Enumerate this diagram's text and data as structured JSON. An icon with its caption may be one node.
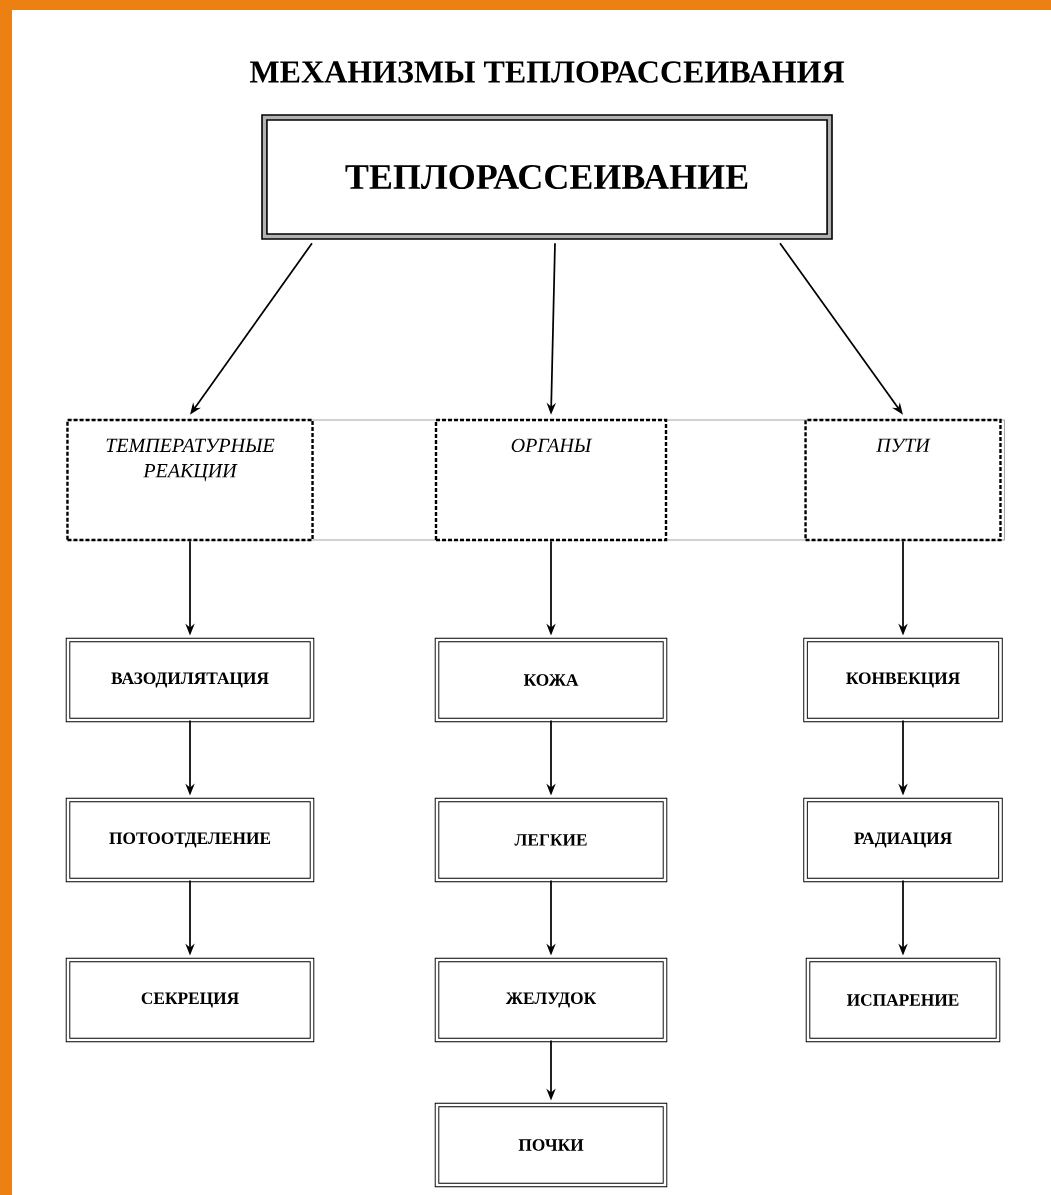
{
  "diagram": {
    "title": "МЕХАНИЗМЫ ТЕПЛОРАССЕИВАНИЯ",
    "nodes": [
      {
        "text": [
          "ТЕПЛОРАССЕИВАНИЕ"
        ]
      },
      {
        "text": [],
        "shape": "box"
      },
      {
        "text": [
          "ТЕМПЕРАТУРНЫЕ РЕАКЦИИ"
        ],
        "in": 1
      },
      {
        "text": [
          "ОРГАНЫ"
        ],
        "in": 1
      },
      {
        "text": [
          "ПУТИ"
        ],
        "in": 1
      },
      {
        "text": [
          "ВАЗОДИЛЯТАЦИЯ"
        ]
      },
      {
        "text": [
          "ПОТООТДЕЛЕНИЕ"
        ]
      },
      {
        "text": [
          "СЕКРЕЦИЯ"
        ]
      },
      {
        "text": [
          "КОЖА"
        ]
      },
      {
        "text": [
          "ЛЕГКИЕ"
        ]
      },
      {
        "text": [
          "ЖЕЛУДОК"
        ]
      },
      {
        "text": [
          "ПОЧКИ"
        ]
      },
      {
        "text": [
          "КОНВЕКЦИЯ"
        ]
      },
      {
        "text": [
          "РАДИАЦИЯ"
        ]
      },
      {
        "text": [
          "ИСПАРЕНИЕ"
        ]
      }
    ],
    "edges": [
      {
        "from": 0,
        "to": 2,
        "arrow": "to"
      },
      {
        "from": 0,
        "to": 3,
        "arrow": "to"
      },
      {
        "from": 0,
        "to": 4,
        "arrow": "to"
      },
      {
        "from": 2,
        "to": 5,
        "arrow": "to"
      },
      {
        "from": 5,
        "to": 6,
        "arrow": "to"
      },
      {
        "from": 6,
        "to": 7,
        "arrow": "to"
      },
      {
        "from": 3,
        "to": 8,
        "arrow": "to"
      },
      {
        "from": 8,
        "to": 9,
        "arrow": "to"
      },
      {
        "from": 9,
        "to": 10,
        "arrow": "to"
      },
      {
        "from": 10,
        "to": 11,
        "arrow": "to"
      },
      {
        "from": 4,
        "to": 12,
        "arrow": "to"
      },
      {
        "from": 12,
        "to": 13,
        "arrow": "to"
      },
      {
        "from": 13,
        "to": 14,
        "arrow": "to"
      }
    ]
  }
}
